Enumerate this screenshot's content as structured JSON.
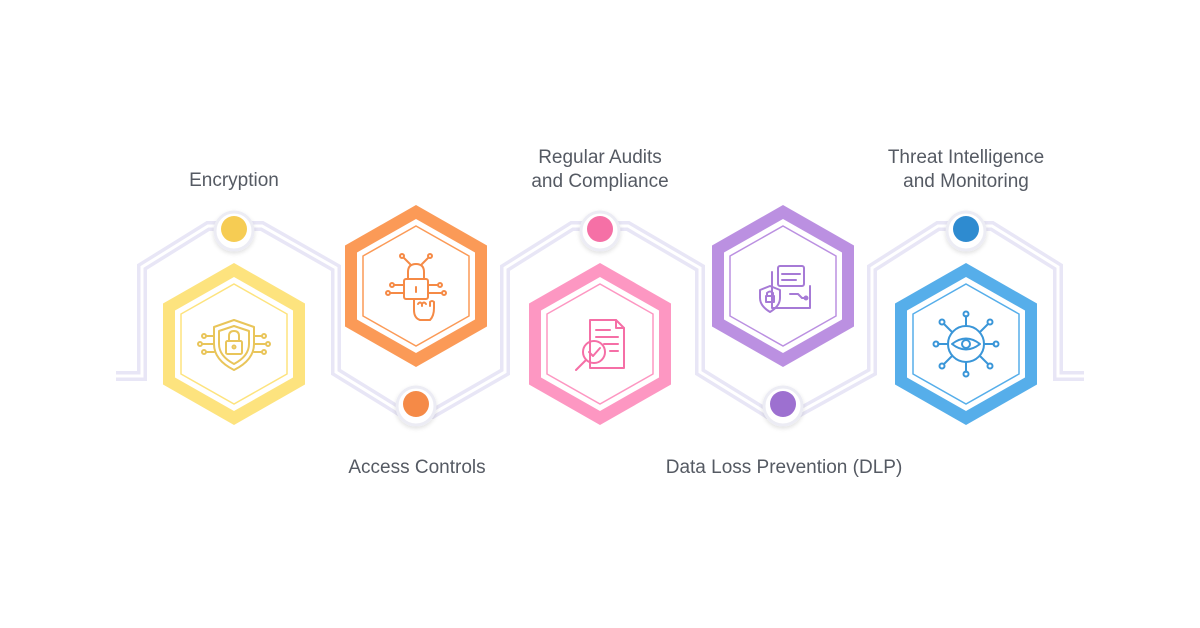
{
  "steps": [
    {
      "label_lines": [
        "Encryption"
      ],
      "color": "#fde37e",
      "dot_color": "#f6cc52",
      "icon": "shield-lock-icon"
    },
    {
      "label_lines": [
        "Access Controls"
      ],
      "color": "#fb9a57",
      "dot_color": "#f58a46",
      "icon": "fingerprint-circuit-icon"
    },
    {
      "label_lines": [
        "Regular Audits",
        "and Compliance"
      ],
      "color": "#fd97c2",
      "dot_color": "#f56fa6",
      "icon": "document-magnifier-icon"
    },
    {
      "label_lines": [
        "Data Loss Prevention (DLP)"
      ],
      "color": "#bb90e1",
      "dot_color": "#9d6fd0",
      "icon": "data-folder-shield-icon"
    },
    {
      "label_lines": [
        "Threat Intelligence",
        "and Monitoring"
      ],
      "color": "#56aeea",
      "dot_color": "#2f8bd0",
      "icon": "eye-network-icon"
    }
  ],
  "connector_color": "#e8e6f6"
}
